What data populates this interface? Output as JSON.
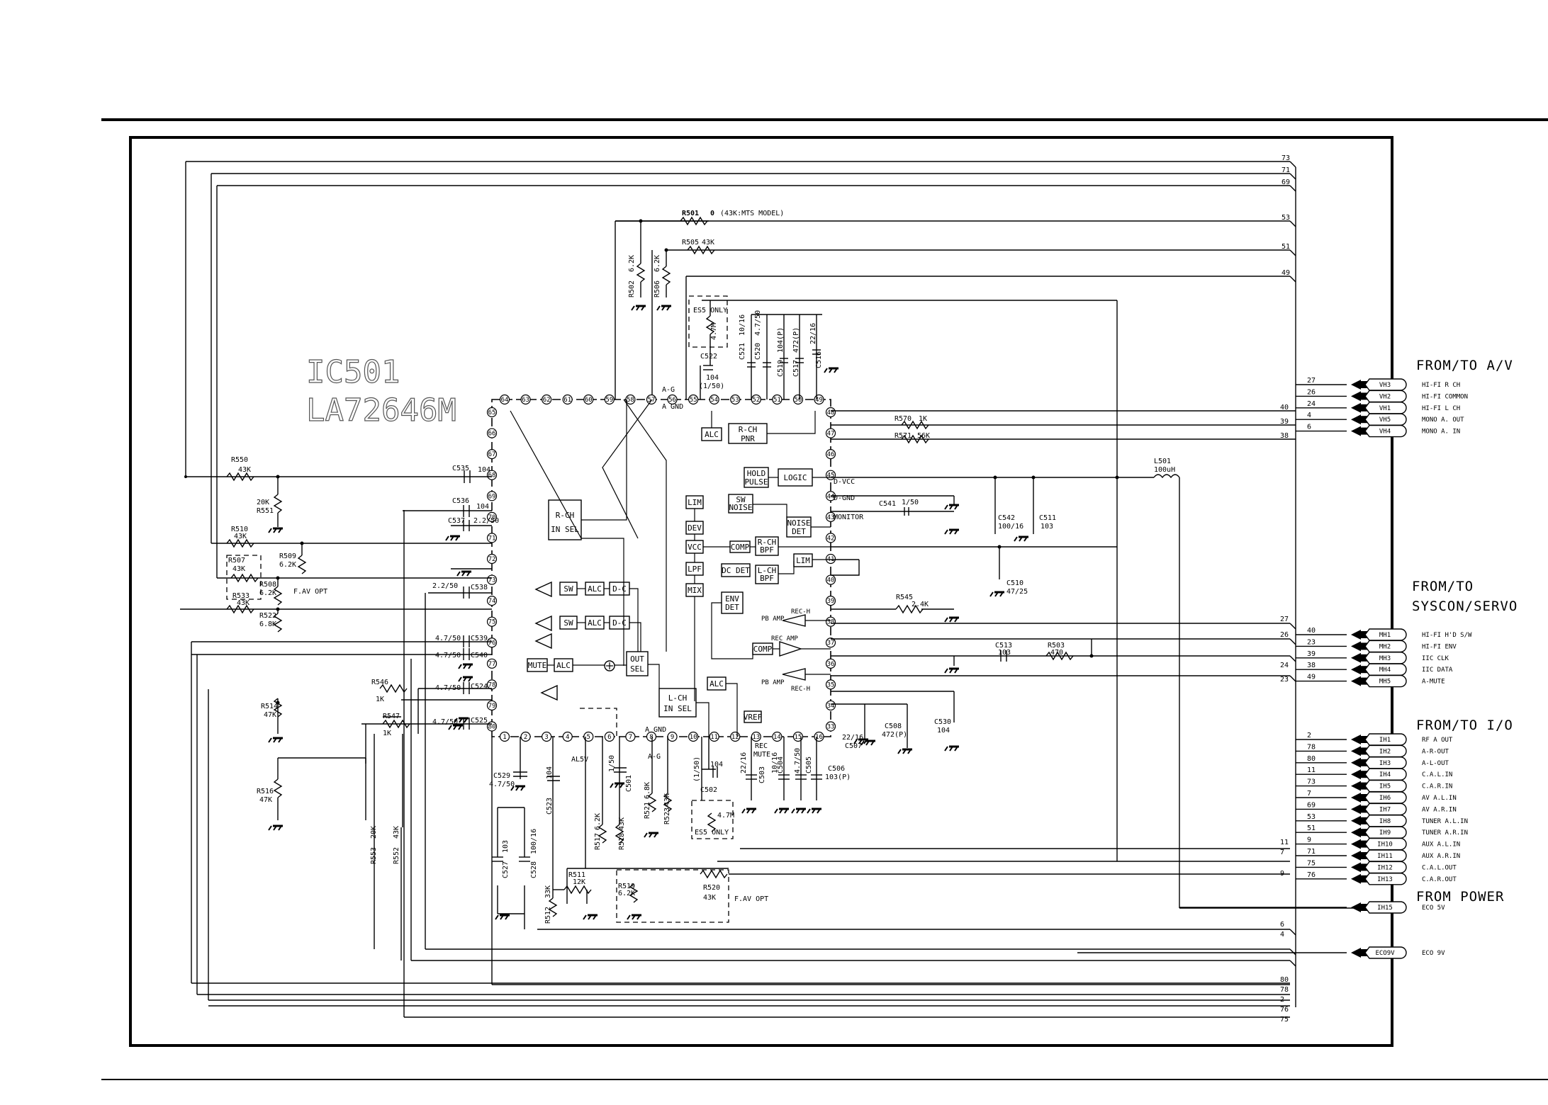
{
  "ic": {
    "ref": "IC501",
    "part": "LA72646M"
  },
  "sections": {
    "av": "FROM/TO A/V",
    "syscon_1": "FROM/TO",
    "syscon_2": "SYSCON/SERVO",
    "io": "FROM/TO I/O",
    "power": "FROM POWER"
  },
  "blocks": {
    "rch_in_sel": [
      "R-CH",
      "IN SEL"
    ],
    "lch_in_sel": [
      "L-CH",
      "IN SEL"
    ],
    "out_sel": [
      "OUT",
      "SEL"
    ],
    "rch_pnr": [
      "R-CH",
      "PNR"
    ],
    "hold_pulse": [
      "HOLD",
      "PULSE"
    ],
    "logic": "LOGIC",
    "sw_noise": [
      "SW",
      "NOISE"
    ],
    "noise_det": [
      "NOISE",
      "DET"
    ],
    "rch_bpf": [
      "R-CH",
      "BPF"
    ],
    "lch_bpf": [
      "L-CH",
      "BPF"
    ],
    "env_det": [
      "ENV",
      "DET"
    ],
    "alc_top": "ALC",
    "alc_mid": "ALC",
    "alc_low": "ALC",
    "alc_bot": "ALC",
    "lim_top": "LIM",
    "lim_right": "LIM",
    "dev": "DEV",
    "vcc": "VCC",
    "lpf": "LPF",
    "mix": "MIX",
    "comp1": "COMP",
    "comp2": "COMP",
    "dc_det": "DC DET",
    "sw1": "SW",
    "sw2": "SW",
    "dc1": "D-C",
    "dc2": "D-C",
    "mute": "MUTE",
    "vref": "VREF",
    "pb_amp_top": "PB AMP",
    "rec_amp": "REC AMP",
    "pb_amp_bot": "PB AMP",
    "rec_h": "REC-H",
    "rec_h2": "REC-H"
  },
  "ic_labels": {
    "a_g_top": "A-G",
    "a_gnd_top": "A GND",
    "d_vcc": "D-VCC",
    "d_gnd": "D-GND",
    "monitor": "MONITOR",
    "a_gnd_bot": "A GND",
    "a_g_bot": "A-G",
    "al5v": "AL5V",
    "rec_mute": [
      "REC",
      "MUTE"
    ]
  },
  "pins_top": [
    "64",
    "63",
    "62",
    "61",
    "60",
    "59",
    "58",
    "57",
    "56",
    "55",
    "54",
    "53",
    "52",
    "51",
    "50",
    "49"
  ],
  "pins_right": [
    "48",
    "47",
    "46",
    "45",
    "44",
    "43",
    "42",
    "41",
    "40",
    "39",
    "38",
    "37",
    "36",
    "35",
    "34",
    "33"
  ],
  "pins_bottom": [
    "1",
    "2",
    "3",
    "4",
    "5",
    "6",
    "7",
    "8",
    "9",
    "10",
    "11",
    "12",
    "13",
    "14",
    "15",
    "16"
  ],
  "pins_left": [
    "65",
    "66",
    "67",
    "68",
    "69",
    "70",
    "71",
    "72",
    "73",
    "74",
    "75",
    "76",
    "77",
    "78",
    "79",
    "80"
  ],
  "components": {
    "r501": [
      "R501",
      "0",
      "(43K:MTS MODEL)"
    ],
    "r505": [
      "R505",
      "43K"
    ],
    "r502": [
      "R502",
      "6.2K"
    ],
    "r506": [
      "R506",
      "6.2K"
    ],
    "es5_top": "ES5 ONLY",
    "r_47m_top": "4.7M",
    "c522": [
      "C522",
      "104"
    ],
    "c_150_top": "(1/50)",
    "c521": [
      "C521",
      "10/16"
    ],
    "c520": [
      "C520",
      "4.7/50"
    ],
    "c519": [
      "C519",
      "104(P)"
    ],
    "c517": [
      "C517",
      "472(P)"
    ],
    "c516": [
      "C516",
      "22/16"
    ],
    "r570": [
      "R570",
      "1K"
    ],
    "r571": [
      "R571",
      "56K"
    ],
    "c535": [
      "C535",
      "104"
    ],
    "r550": [
      "R550",
      "43K"
    ],
    "r551": [
      "R551",
      "20K"
    ],
    "c536": [
      "C536",
      "104"
    ],
    "c537": [
      "C537",
      "2.2/50"
    ],
    "r510": [
      "R510",
      "43K"
    ],
    "r509": [
      "R509",
      "6.2K"
    ],
    "r507": [
      "R507",
      "43K"
    ],
    "r508": [
      "R508",
      "6.2K"
    ],
    "f_av_opt_l": "F.AV OPT",
    "r533": [
      "R533",
      "43K"
    ],
    "r522": [
      "R522",
      "6.8K"
    ],
    "c538": [
      "C538",
      "2.2/50"
    ],
    "c539": [
      "C539",
      "4.7/50"
    ],
    "c540": [
      "C540",
      "4.7/50"
    ],
    "c524": [
      "C524",
      "4.7/50"
    ],
    "c525": [
      "C525",
      "4.7/50"
    ],
    "r546": [
      "R546",
      "1K"
    ],
    "r547": [
      "R547",
      "1K"
    ],
    "r514": [
      "R514",
      "47K"
    ],
    "r516": [
      "R516",
      "47K"
    ],
    "c541": [
      "C541",
      "1/50"
    ],
    "c542": [
      "C542",
      "100/16"
    ],
    "c511": [
      "C511",
      "103"
    ],
    "c510": [
      "C510",
      "47/25"
    ],
    "l501": [
      "L501",
      "100uH"
    ],
    "r545": [
      "R545",
      "2.4K"
    ],
    "c513": [
      "C513",
      "103"
    ],
    "r503": [
      "R503",
      "470"
    ],
    "c508": [
      "C508",
      "472(P)"
    ],
    "c507": [
      "C507",
      "22/16"
    ],
    "c530": [
      "C530",
      "104"
    ],
    "c529": [
      "C529",
      "4.7/50"
    ],
    "c523": [
      "C523",
      "104"
    ],
    "c501": [
      "C501",
      "1/50"
    ],
    "c502": [
      "C502",
      "(1/50)"
    ],
    "c_104_bot": "104",
    "c503": [
      "C503",
      "22/16"
    ],
    "c504": [
      "C504",
      "10/16"
    ],
    "c505": [
      "C505",
      "4.7/50"
    ],
    "c506": [
      "C506",
      "103(P)"
    ],
    "r521": [
      "R521",
      "6.8K"
    ],
    "r523": [
      "R523",
      "43K"
    ],
    "r517": [
      "R517",
      "6.2K"
    ],
    "r518": [
      "R518",
      "43K"
    ],
    "es5_bot": "ES5 ONLY",
    "r_47m_bot": "4.7M",
    "c527": [
      "C527",
      "103"
    ],
    "c528": [
      "C528",
      "100/16"
    ],
    "r553": [
      "R553",
      "20K"
    ],
    "r552": [
      "R552",
      "43K"
    ],
    "r511": [
      "R511",
      "12K"
    ],
    "r512": [
      "R512",
      "33K"
    ],
    "r519": [
      "R519",
      "6.2K"
    ],
    "r520": [
      "R520",
      "43K"
    ],
    "f_av_opt_b": "F.AV OPT"
  },
  "bus_numbers": [
    "73",
    "71",
    "69",
    "53",
    "51",
    "49"
  ],
  "inner_numbers": {
    "r40": "40",
    "r39": "39",
    "r38": "38",
    "s27": "27",
    "s26": "26",
    "s24": "24",
    "s23": "23",
    "b11": "11",
    "b7": "7",
    "b9": "9",
    "b6": "6",
    "b4": "4",
    "b80": "80",
    "b78": "78",
    "b2": "2",
    "b76": "76",
    "b75": "75"
  },
  "connectors": {
    "av": [
      {
        "pin": "27",
        "id": "VH3",
        "signal": "HI-FI R CH"
      },
      {
        "pin": "26",
        "id": "VH2",
        "signal": "HI-FI COMMON"
      },
      {
        "pin": "24",
        "id": "VH1",
        "signal": "HI-FI L CH"
      },
      {
        "pin": "4",
        "id": "VH5",
        "signal": "MONO A. OUT"
      },
      {
        "pin": "6",
        "id": "VH4",
        "signal": "MONO A. IN"
      }
    ],
    "syscon": [
      {
        "pin": "40",
        "id": "MH1",
        "signal": "HI-FI H'D S/W"
      },
      {
        "pin": "23",
        "id": "MH2",
        "signal": "HI-FI ENV"
      },
      {
        "pin": "39",
        "id": "MH3",
        "signal": "IIC CLK"
      },
      {
        "pin": "38",
        "id": "MH4",
        "signal": "IIC DATA"
      },
      {
        "pin": "49",
        "id": "MH5",
        "signal": "A-MUTE"
      }
    ],
    "io": [
      {
        "pin": "2",
        "id": "IH1",
        "signal": "RF A OUT"
      },
      {
        "pin": "78",
        "id": "IH2",
        "signal": "A-R-OUT"
      },
      {
        "pin": "80",
        "id": "IH3",
        "signal": "A-L-OUT"
      },
      {
        "pin": "11",
        "id": "IH4",
        "signal": "C.A.L.IN"
      },
      {
        "pin": "73",
        "id": "IH5",
        "signal": "C.A.R.IN"
      },
      {
        "pin": "7",
        "id": "IH6",
        "signal": "AV A.L.IN"
      },
      {
        "pin": "69",
        "id": "IH7",
        "signal": "AV A.R.IN"
      },
      {
        "pin": "53",
        "id": "IH8",
        "signal": "TUNER A.L.IN"
      },
      {
        "pin": "51",
        "id": "IH9",
        "signal": "TUNER A.R.IN"
      },
      {
        "pin": "9",
        "id": "IH10",
        "signal": "AUX A.L.IN"
      },
      {
        "pin": "71",
        "id": "IH11",
        "signal": "AUX A.R.IN"
      },
      {
        "pin": "75",
        "id": "IH12",
        "signal": "C.A.L.OUT"
      },
      {
        "pin": "76",
        "id": "IH13",
        "signal": "C.A.R.OUT"
      }
    ],
    "power": [
      {
        "pin": "",
        "id": "IH15",
        "signal": "ECO 5V"
      },
      {
        "pin": "",
        "id": "ECO9V",
        "signal": "ECO 9V"
      }
    ]
  }
}
